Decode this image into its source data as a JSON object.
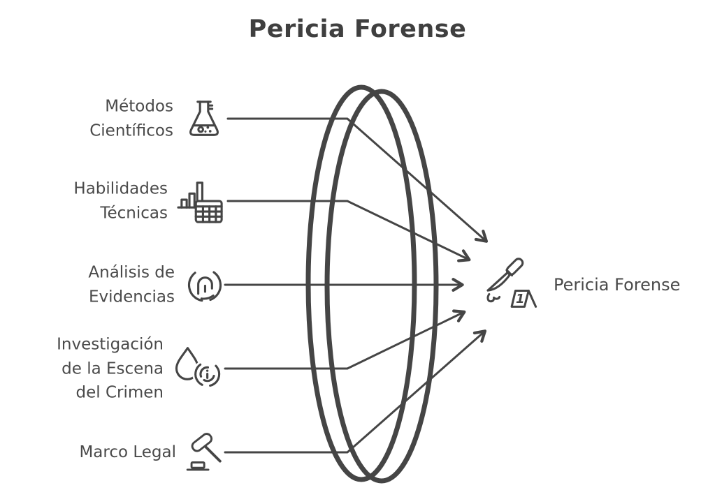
{
  "title": "Pericia Forense",
  "colors": {
    "ink": "#454545",
    "background": "#ffffff"
  },
  "diagram": {
    "type": "funnel-lens-convergence",
    "lens": "double-ellipse-lens",
    "flow_direction": "left-to-right"
  },
  "inputs": [
    {
      "label": "Métodos\nCientíficos",
      "icon": "flask-icon"
    },
    {
      "label": "Habilidades\nTécnicas",
      "icon": "bar-chart-table-icon"
    },
    {
      "label": "Análisis de\nEvidencias",
      "icon": "fingerprint-icon"
    },
    {
      "label": "Investigación\nde la Escena\ndel Crimen",
      "icon": "drop-fingerprint-icon"
    },
    {
      "label": "Marco Legal",
      "icon": "gavel-icon"
    }
  ],
  "output": {
    "label": "Pericia Forense",
    "icon": "crime-scene-marker-icon",
    "marker_number": "1"
  }
}
